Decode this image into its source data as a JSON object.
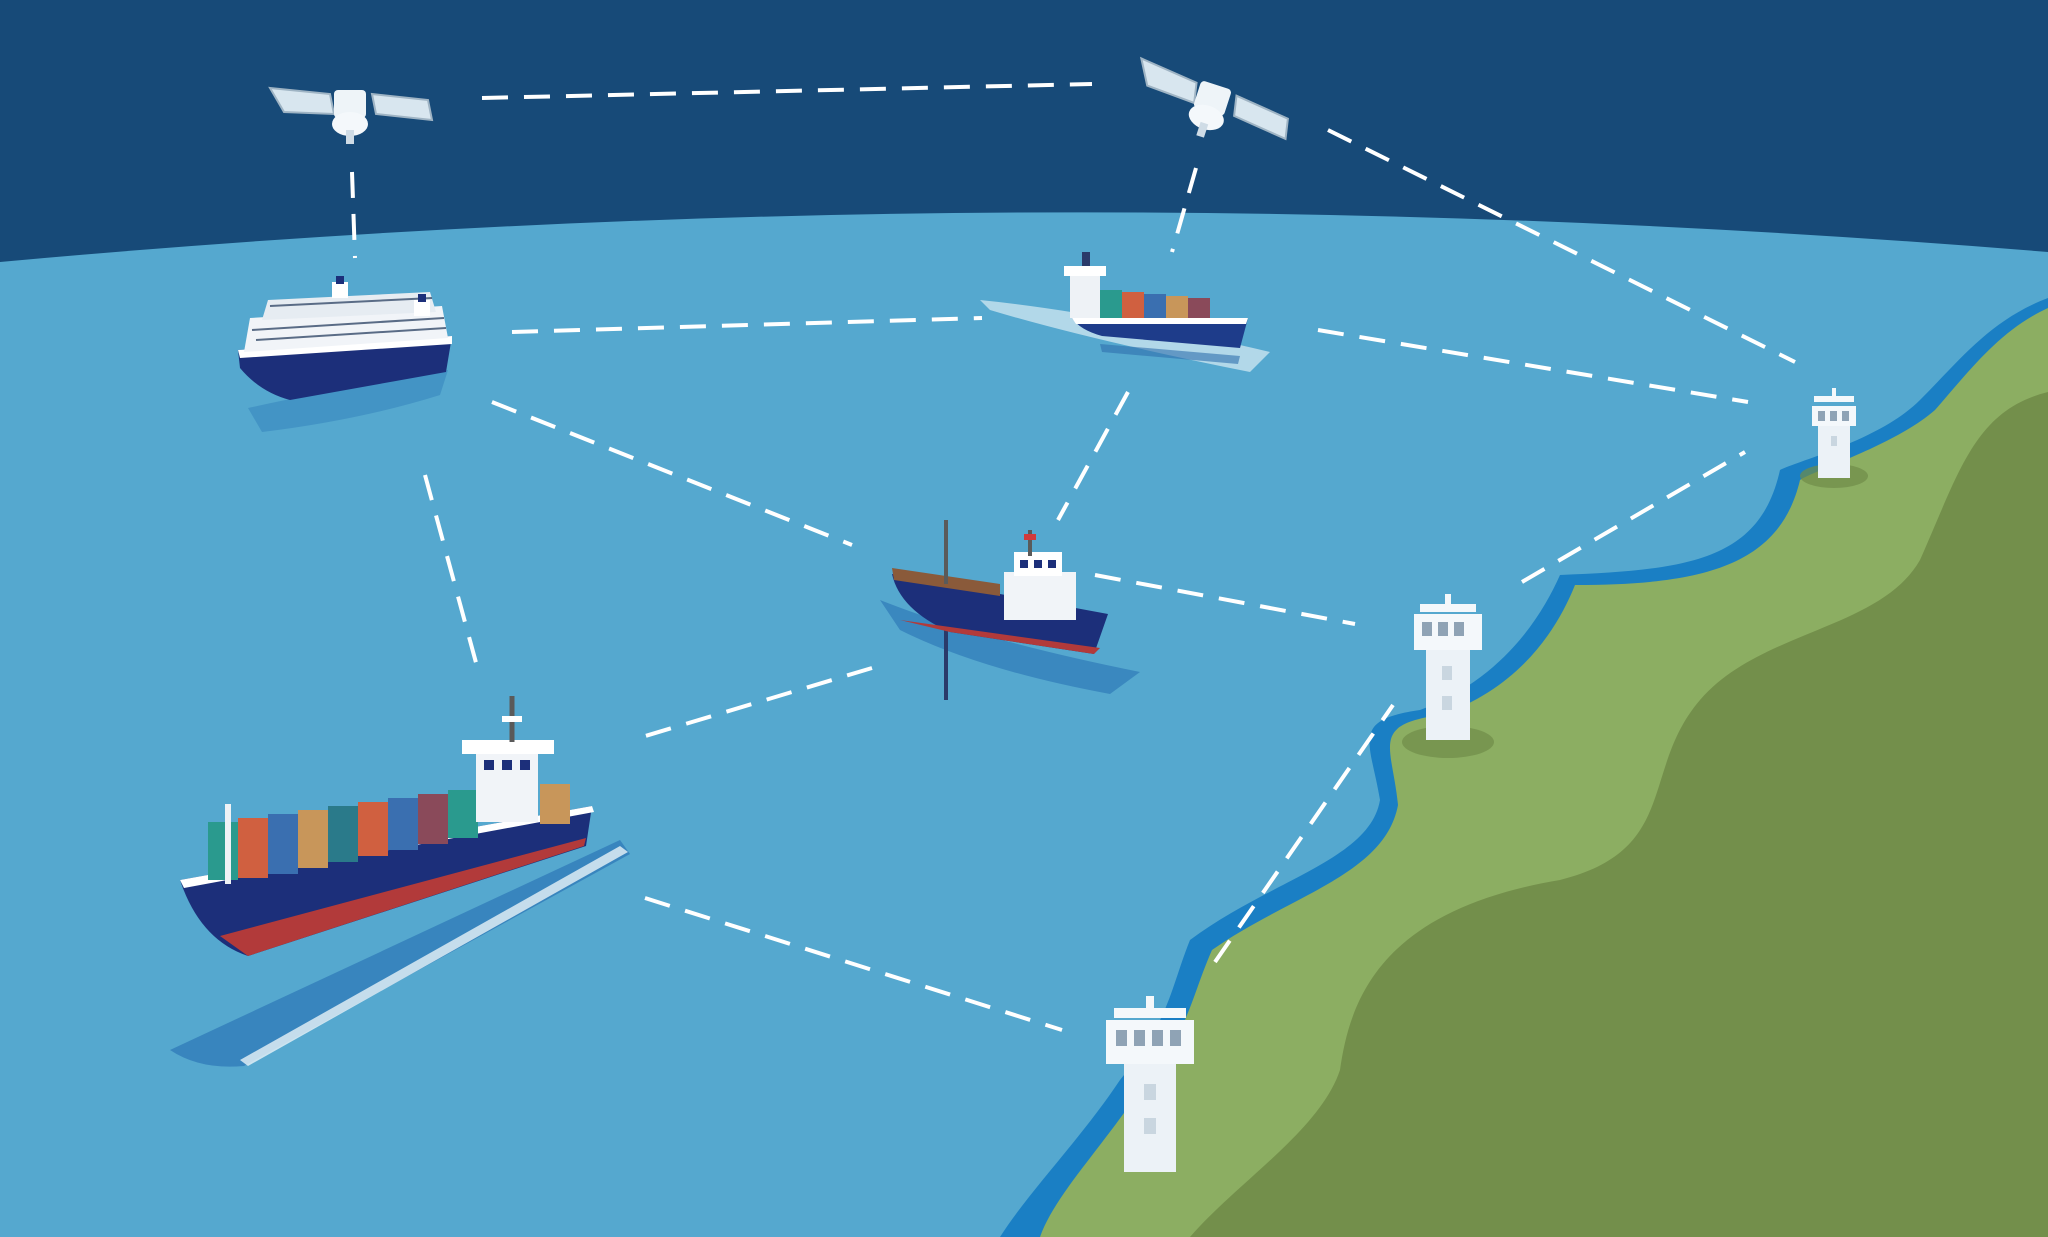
{
  "colors": {
    "sky": "#174a78",
    "sea": "#55a8cf",
    "sea_deep": "#2f86bf",
    "shore_water": "#1a7fc4",
    "land_light": "#8cae62",
    "land_dark": "#738f4b",
    "link_line": "#ffffff",
    "structure": "#ecf2f7",
    "hull": "#1c2f7a",
    "hull_red": "#b23a3a"
  },
  "nodes": [
    {
      "name": "satellite-left-icon",
      "kind": "satellite"
    },
    {
      "name": "satellite-right-icon",
      "kind": "satellite"
    },
    {
      "name": "cruise-ship-icon",
      "kind": "ship"
    },
    {
      "name": "small-container-ship-icon",
      "kind": "ship"
    },
    {
      "name": "cargo-ship-icon",
      "kind": "ship"
    },
    {
      "name": "large-container-ship-icon",
      "kind": "ship"
    },
    {
      "name": "shore-station-top-icon",
      "kind": "tower"
    },
    {
      "name": "shore-station-middle-icon",
      "kind": "tower"
    },
    {
      "name": "shore-station-bottom-icon",
      "kind": "tower"
    }
  ]
}
